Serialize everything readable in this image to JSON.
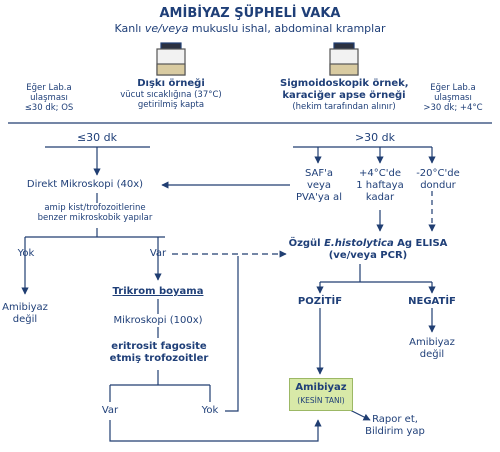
{
  "title": "AMİBİYAZ ŞÜPHELİ VAKA",
  "subtitle": {
    "pre": "Kanlı ",
    "em": "ve/veya",
    "post": " mukuslu ishal, abdominal kramplar"
  },
  "left_note": [
    "Eğer Lab.a",
    "ulaşması",
    "≤30 dk; OS"
  ],
  "stool": {
    "title": "Dışkı örneği",
    "desc": [
      "vücut sıcaklığına (37°C)",
      "getirilmiş kapta"
    ]
  },
  "sigmo": {
    "title": [
      "Sigmoidoskopik örnek,",
      "karaciğer apse örneği"
    ],
    "desc": "(hekim tarafından alınır)"
  },
  "right_note": [
    "Eğer Lab.a",
    "ulaşması",
    ">30 dk; +4°C"
  ],
  "lt30": "≤30 dk",
  "gt30": ">30 dk",
  "direct_micro": "Direkt Mikroskopi (40x)",
  "amip_desc": [
    "amip kist/trofozoitlerine",
    "benzer mikroskobik yapılar"
  ],
  "saf": [
    "SAF'a",
    "veya",
    "PVA'ya al"
  ],
  "cold": [
    "+4°C'de",
    "1 haftaya",
    "kadar"
  ],
  "freeze": [
    "-20°C'de",
    "dondur"
  ],
  "yok": "Yok",
  "var": "Var",
  "elisa": {
    "pre": "Özgül ",
    "em": "E.histolytica",
    "post": " Ag ELISA",
    "line2": "(ve/veya PCR)"
  },
  "no_amib": [
    "Amibiyaz",
    "değil"
  ],
  "trichrome": "Trikrom boyama",
  "pozitif": "POZİTİF",
  "negatif": "NEGATİF",
  "micro100": "Mikroskopi (100x)",
  "no_amib2": [
    "Amibiyaz",
    "değil"
  ],
  "erythro": [
    "eritrosit fagosite",
    "etmiş trofozoitler"
  ],
  "amibiyaz": "Amibiyaz",
  "kesin": "(KESİN TANI)",
  "var2": "Var",
  "yok2": "Yok",
  "report": [
    "Rapor et,",
    "Bildirim yap"
  ],
  "colors": {
    "text": "#1f3f78",
    "line": "#203e72",
    "highlight": "#d8e9a8"
  },
  "icons": [
    "stool-container-icon",
    "sample-container-icon"
  ]
}
